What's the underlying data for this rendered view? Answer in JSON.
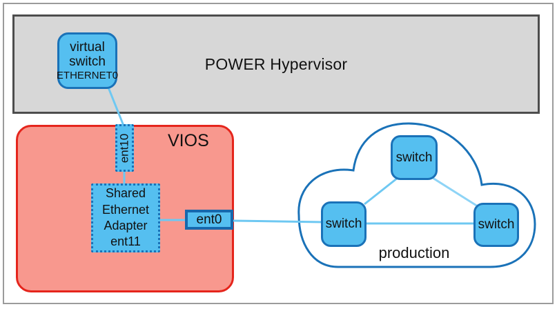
{
  "diagram": {
    "hypervisor": {
      "label": "POWER Hypervisor"
    },
    "virtual_switch": {
      "line1": "virtual",
      "line2": "switch",
      "line3": "ETHERNET0"
    },
    "vios": {
      "label": "VIOS",
      "trunk_adapter": "ent10",
      "sea": {
        "line1": "Shared",
        "line2": "Ethernet",
        "line3": "Adapter",
        "line4": "ent11"
      },
      "physical_adapter": "ent0"
    },
    "cloud": {
      "label": "production",
      "switches": [
        "switch",
        "switch",
        "switch"
      ]
    },
    "colors": {
      "node_fill": "#55bff0",
      "node_border": "#1a72b8",
      "link_blue": "#6ec8f2",
      "link_light_blue": "#8ed4f6",
      "vios_fill": "#f8988e",
      "vios_border": "#e5251c",
      "hypervisor_fill": "#d7d7d7",
      "hypervisor_border": "#4d4d4d",
      "cloud_border": "#1a72b8",
      "frame_gray": "#9b9b9b"
    }
  }
}
